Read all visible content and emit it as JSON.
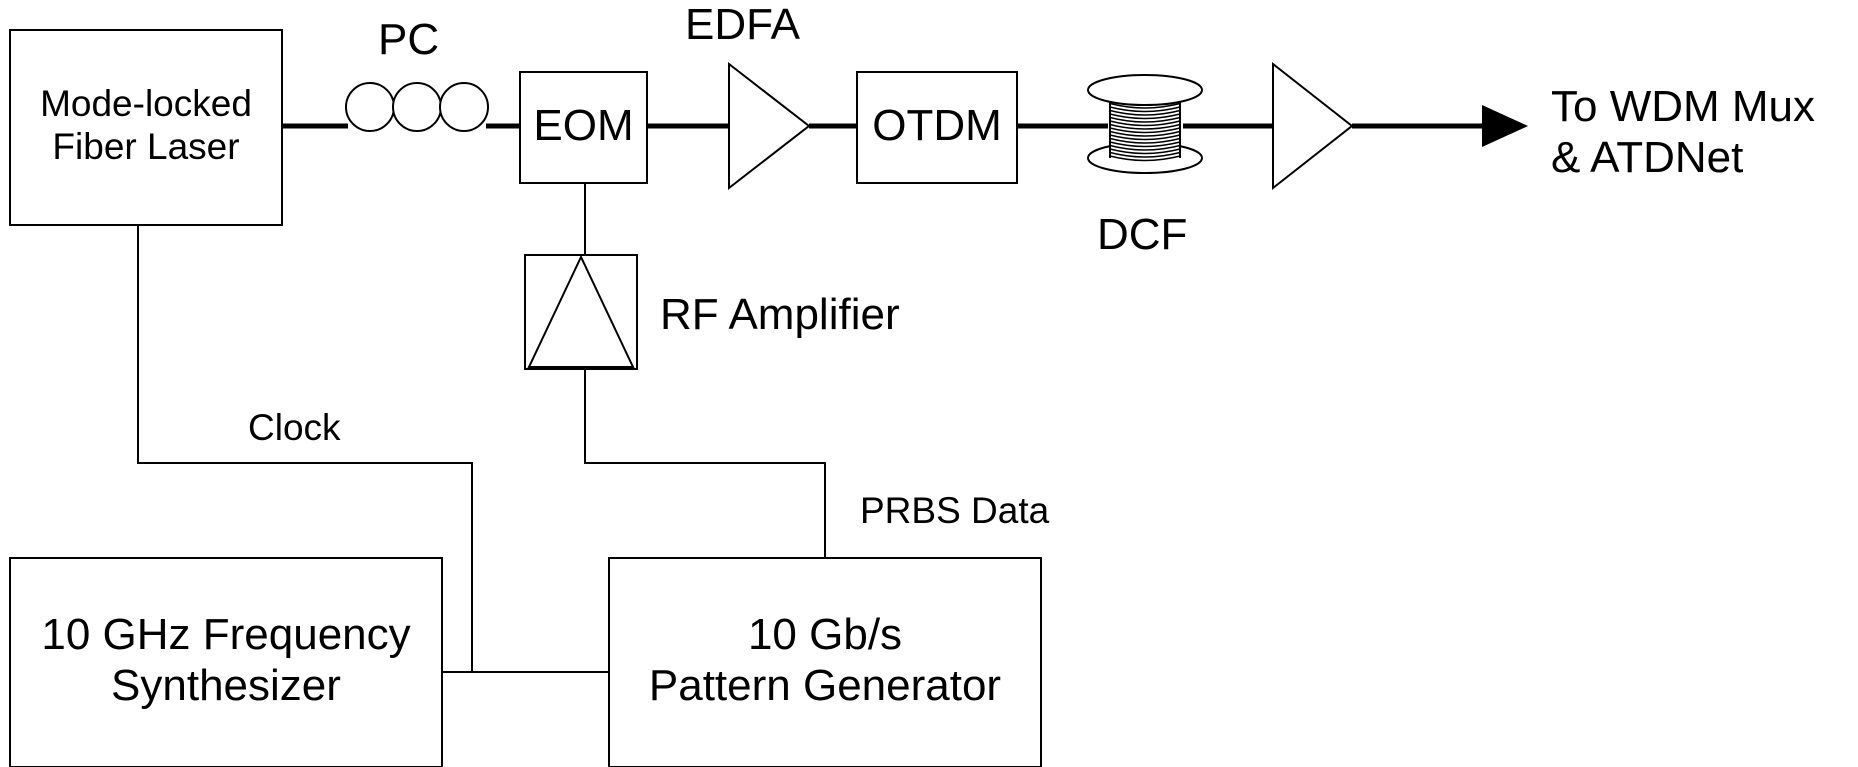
{
  "diagram": {
    "blocks": {
      "laser": [
        "Mode-locked",
        "Fiber Laser"
      ],
      "eom": "EOM",
      "otdm": "OTDM",
      "synth": [
        "10 GHz Frequency",
        "Synthesizer"
      ],
      "pattern": [
        "10 Gb/s",
        "Pattern Generator"
      ]
    },
    "labels": {
      "pc": "PC",
      "edfa": "EDFA",
      "dcf": "DCF",
      "rf_amp": "RF Amplifier",
      "clock": "Clock",
      "prbs": "PRBS Data",
      "output": [
        "To WDM Mux",
        "& ATDNet"
      ]
    },
    "colors": {
      "line": "#000000",
      "background": "#ffffff"
    }
  }
}
